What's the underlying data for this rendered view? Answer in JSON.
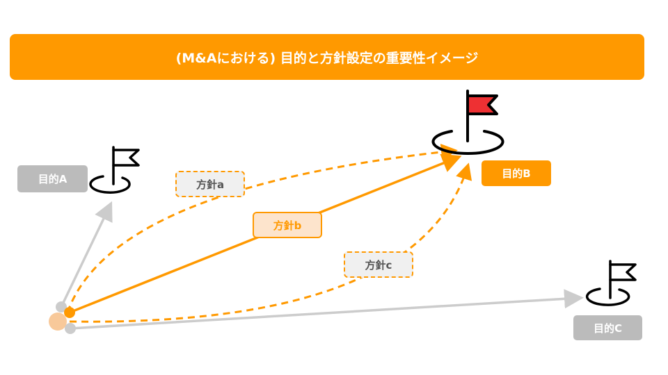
{
  "title": "(M&Aにおける) 目的と方針設定の重要性イメージ",
  "goals": {
    "a": "目的A",
    "b": "目的B",
    "c": "目的C"
  },
  "policies": {
    "a": "方針a",
    "b": "方針b",
    "c": "方針c"
  },
  "colors": {
    "accent": "#FF9900",
    "gray": "#BBBBBB",
    "flag_red": "#EE3033",
    "peach": "#F8C99A"
  }
}
